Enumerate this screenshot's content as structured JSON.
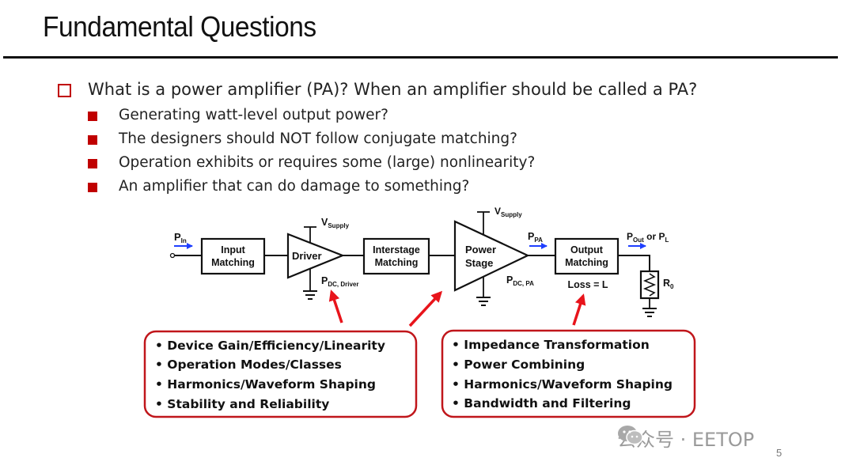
{
  "slide": {
    "title": "Fundamental Questions",
    "question": "What is a power amplifier (PA)? When an amplifier should be called a PA?",
    "sub_questions": [
      "Generating watt-level output power?",
      "The designers should NOT follow conjugate matching?",
      "Operation exhibits or requires some (large) nonlinearity?",
      "An amplifier that can do damage to something?"
    ],
    "page_number": "5"
  },
  "diagram": {
    "pin_main": "P",
    "pin_sub": "In",
    "input_matching": [
      "Input",
      "Matching"
    ],
    "driver": "Driver",
    "vsupply1_main": "V",
    "vsupply1_sub": "Supply",
    "pdc_driver_main": "P",
    "pdc_driver_sub": "DC, Driver",
    "interstage": [
      "Interstage",
      "Matching"
    ],
    "power_stage": [
      "Power",
      "Stage"
    ],
    "vsupply2_main": "V",
    "vsupply2_sub": "Supply",
    "pdc_pa_main": "P",
    "pdc_pa_sub": "DC, PA",
    "ppa_main": "P",
    "ppa_sub": "PA",
    "output_matching": [
      "Output",
      "Matching"
    ],
    "loss": "Loss = L",
    "pout_main": "P",
    "pout_sub": "Out",
    "pout_or": " or P",
    "pl_sub": "L",
    "r0_main": "R",
    "r0_sub": "0"
  },
  "left_box": [
    "• Device Gain/Efficiency/Linearity",
    "• Operation Modes/Classes",
    "• Harmonics/Waveform Shaping",
    "• Stability and Reliability"
  ],
  "right_box": [
    "• Impedance Transformation",
    "• Power Combining",
    "• Harmonics/Waveform Shaping",
    "• Bandwidth and Filtering"
  ],
  "watermark": "公众号 · EETOP",
  "colors": {
    "accent_red": "#c00000",
    "arrow_blue": "#1f3fff",
    "annotation_red": "#e8141b"
  }
}
